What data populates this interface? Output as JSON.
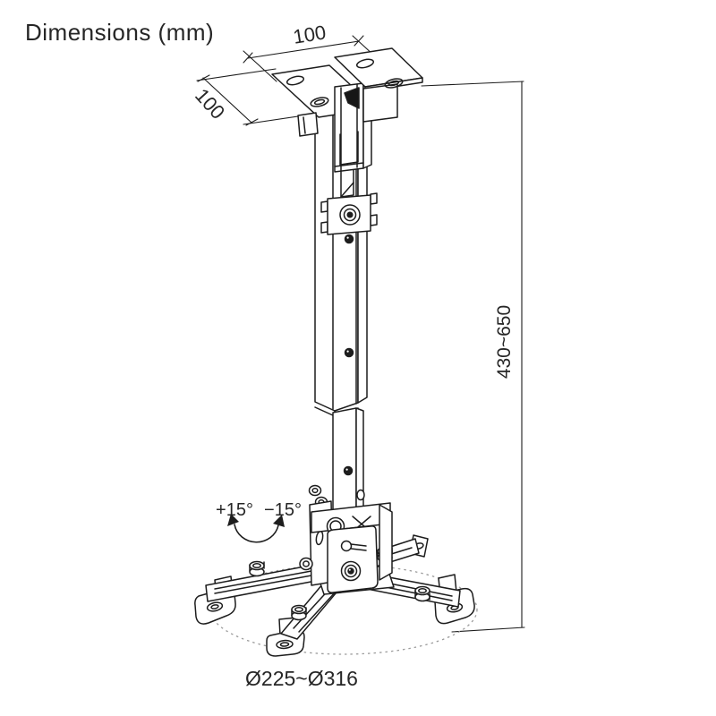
{
  "title": "Dimensions (mm)",
  "diagram": {
    "type": "technical-dimension-drawing",
    "subject": "projector ceiling mount bracket",
    "labels": {
      "plate_width": "100",
      "plate_depth": "100",
      "height_range": "430~650",
      "tilt_up": "+15°",
      "tilt_down": "−15°",
      "base_diameter_range": "Ø225~Ø316"
    },
    "colors": {
      "line": "#1d1d1d",
      "text": "#262626",
      "dashed_circle": "#9b9b9b",
      "background": "#ffffff"
    }
  }
}
